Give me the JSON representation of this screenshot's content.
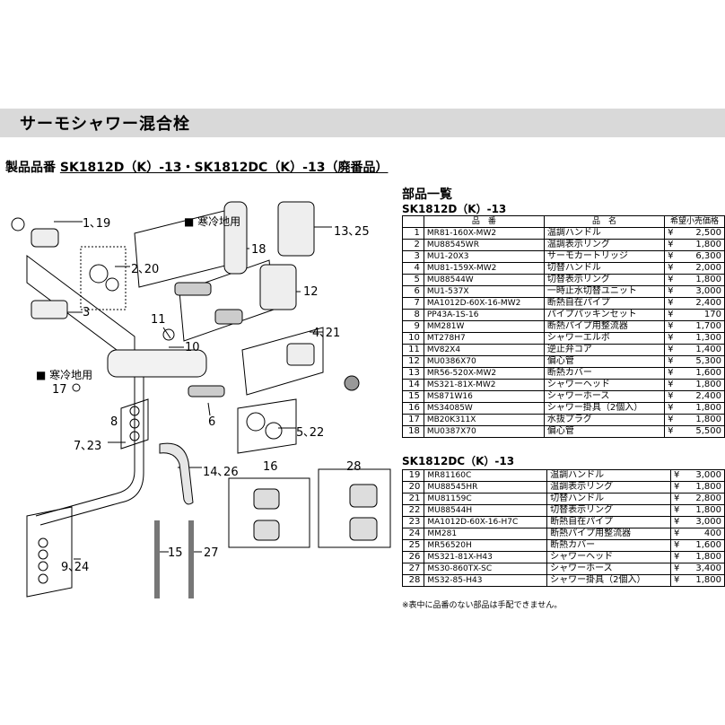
{
  "header": {
    "title": "サーモシャワー混合栓"
  },
  "product": {
    "label": "製品品番",
    "models": "SK1812D（K）-13・SK1812DC（K）-13（廃番品）"
  },
  "diagram": {
    "callouts": [
      "1､19",
      "2､20",
      "3",
      "18",
      "13､25",
      "12",
      "11",
      "10",
      "4､21",
      "寒冷地用",
      "寒冷地用",
      "17",
      "6",
      "8",
      "5､22",
      "7､23",
      "14､26",
      "16",
      "28",
      "9､24",
      "15",
      "27"
    ]
  },
  "parts": {
    "title": "部品一覧",
    "group1_label": "SK1812D（K）-13",
    "group2_label": "SK1812DC（K）-13",
    "headers": {
      "code": "品　番",
      "name": "品　名",
      "price": "希望小売価格"
    },
    "group1": [
      {
        "no": "1",
        "code": "MR81-160X-MW2",
        "name": "温調ハンドル",
        "yen": "¥",
        "price": "2,500"
      },
      {
        "no": "2",
        "code": "MU88545WR",
        "name": "温調表示リング",
        "yen": "¥",
        "price": "1,800"
      },
      {
        "no": "3",
        "code": "MU1-20X3",
        "name": "サーモカートリッジ",
        "yen": "¥",
        "price": "6,300"
      },
      {
        "no": "4",
        "code": "MU81-159X-MW2",
        "name": "切替ハンドル",
        "yen": "¥",
        "price": "2,000"
      },
      {
        "no": "5",
        "code": "MU88544W",
        "name": "切替表示リング",
        "yen": "¥",
        "price": "1,800"
      },
      {
        "no": "6",
        "code": "MU1-537X",
        "name": "一時止水切替ユニット",
        "yen": "¥",
        "price": "3,000"
      },
      {
        "no": "7",
        "code": "MA1012D-60X-16-MW2",
        "name": "断熱自在パイプ",
        "yen": "¥",
        "price": "2,400"
      },
      {
        "no": "8",
        "code": "PP43A-1S-16",
        "name": "パイプパッキンセット",
        "yen": "¥",
        "price": "170"
      },
      {
        "no": "9",
        "code": "MM281W",
        "name": "断熱パイプ用整流器",
        "yen": "¥",
        "price": "1,700"
      },
      {
        "no": "10",
        "code": "MT278H7",
        "name": "シャワーエルボ",
        "yen": "¥",
        "price": "1,300"
      },
      {
        "no": "11",
        "code": "MV82X4",
        "name": "逆止弁コア",
        "yen": "¥",
        "price": "1,400"
      },
      {
        "no": "12",
        "code": "MU0386X70",
        "name": "偏心管",
        "yen": "¥",
        "price": "5,300"
      },
      {
        "no": "13",
        "code": "MR56-520X-MW2",
        "name": "断熱カバー",
        "yen": "¥",
        "price": "1,600"
      },
      {
        "no": "14",
        "code": "MS321-81X-MW2",
        "name": "シャワーヘッド",
        "yen": "¥",
        "price": "1,800"
      },
      {
        "no": "15",
        "code": "MS871W16",
        "name": "シャワーホース",
        "yen": "¥",
        "price": "2,400"
      },
      {
        "no": "16",
        "code": "MS34085W",
        "name": "シャワー掛具（2個入）",
        "yen": "¥",
        "price": "1,800"
      },
      {
        "no": "17",
        "code": "MB20K311X",
        "name": "水抜プラグ",
        "yen": "¥",
        "price": "1,800"
      },
      {
        "no": "18",
        "code": "MU0387X70",
        "name": "偏心管",
        "yen": "¥",
        "price": "5,500"
      }
    ],
    "group2": [
      {
        "no": "19",
        "code": "MR81160C",
        "name": "温調ハンドル",
        "yen": "¥",
        "price": "3,000"
      },
      {
        "no": "20",
        "code": "MU88545HR",
        "name": "温調表示リング",
        "yen": "¥",
        "price": "1,800"
      },
      {
        "no": "21",
        "code": "MU81159C",
        "name": "切替ハンドル",
        "yen": "¥",
        "price": "2,800"
      },
      {
        "no": "22",
        "code": "MU88544H",
        "name": "切替表示リング",
        "yen": "¥",
        "price": "1,800"
      },
      {
        "no": "23",
        "code": "MA1012D-60X-16-H7C",
        "name": "断熱自在パイプ",
        "yen": "¥",
        "price": "3,000"
      },
      {
        "no": "24",
        "code": "MM281",
        "name": "断熱パイプ用整流器",
        "yen": "¥",
        "price": "400"
      },
      {
        "no": "25",
        "code": "MR56520H",
        "name": "断熱カバー",
        "yen": "¥",
        "price": "1,600"
      },
      {
        "no": "26",
        "code": "MS321-81X-H43",
        "name": "シャワーヘッド",
        "yen": "¥",
        "price": "1,800"
      },
      {
        "no": "27",
        "code": "MS30-860TX-SC",
        "name": "シャワーホース",
        "yen": "¥",
        "price": "3,400"
      },
      {
        "no": "28",
        "code": "MS32-85-H43",
        "name": "シャワー掛具（2個入）",
        "yen": "¥",
        "price": "1,800"
      }
    ],
    "note": "※表中に品番のない部品は手配できません。"
  }
}
